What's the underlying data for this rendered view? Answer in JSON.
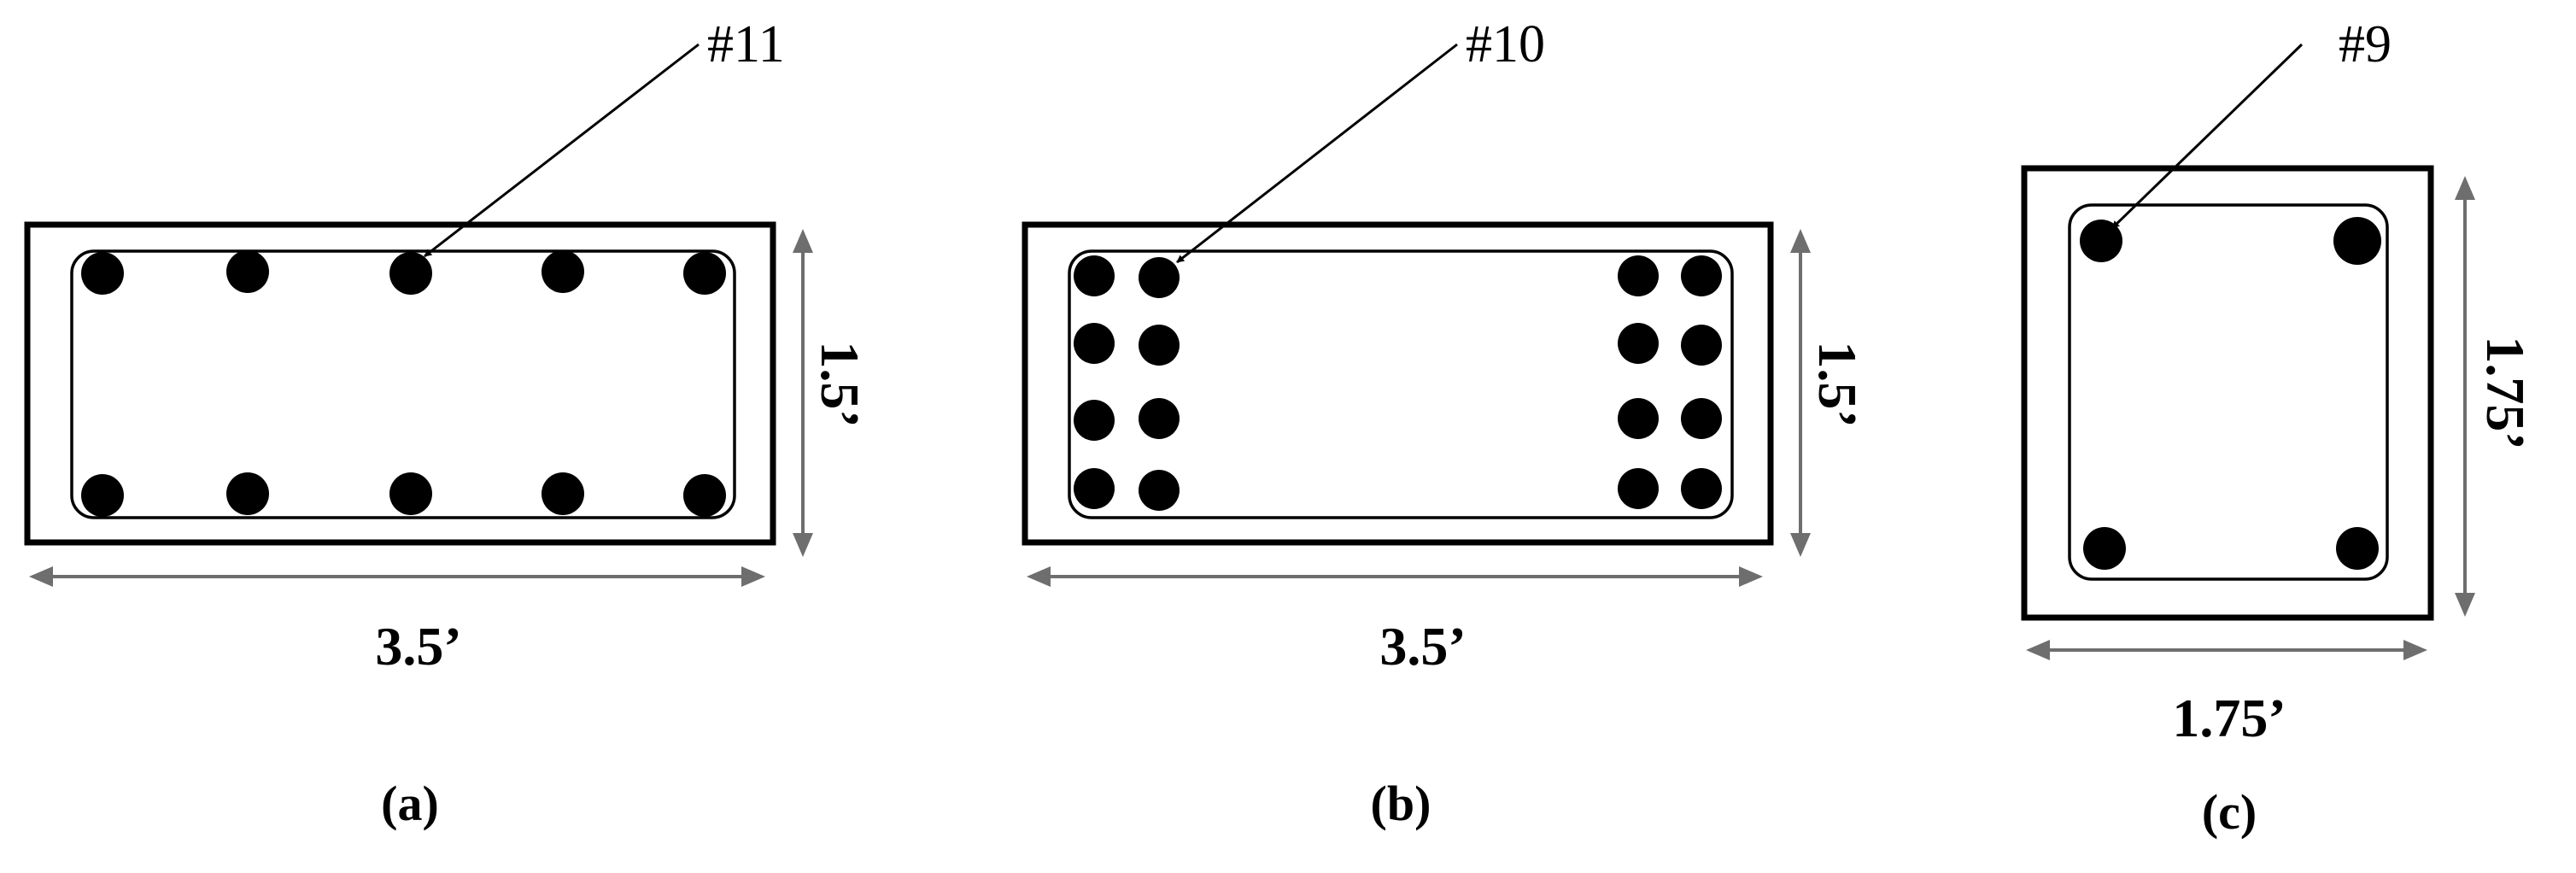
{
  "sections": [
    {
      "id": "a",
      "bar_label": "#11",
      "width_label": "3.5’",
      "height_label": "1.5’",
      "caption": "(a)",
      "bar_count": 10
    },
    {
      "id": "b",
      "bar_label": "#10",
      "width_label": "3.5’",
      "height_label": "1.5’",
      "caption": "(b)",
      "bar_count": 16
    },
    {
      "id": "c",
      "bar_label": "#9",
      "width_label": "1.75’",
      "height_label": "1.75’",
      "caption": "(c)",
      "bar_count": 4
    }
  ],
  "colors": {
    "outline": "#000000",
    "dimension": "#6e6e6e",
    "background": "#ffffff"
  }
}
